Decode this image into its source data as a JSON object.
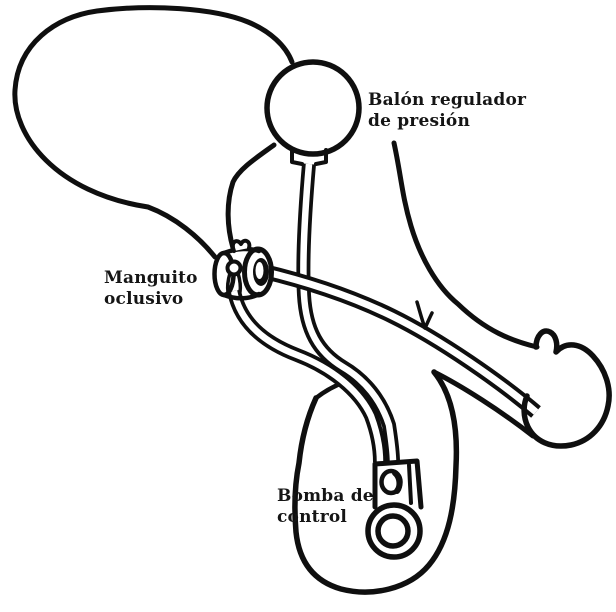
{
  "diagram": {
    "kind": "medical-line-illustration",
    "subject": "artificial-urinary-sphincter-implant",
    "background_color": "#ffffff",
    "line_color": "#0f0f0f",
    "text_color": "#151515",
    "labels": {
      "balloon": {
        "line1": "Balón regulador",
        "line2": "de presión"
      },
      "cuff": {
        "line1": "Manguito",
        "line2": "oclusivo"
      },
      "pump": {
        "line1": "Bomba de",
        "line2": "control"
      }
    },
    "parts": [
      "bladder-outline",
      "pressure-regulating-balloon",
      "balloon-tube",
      "occlusive-cuff",
      "cuff-tube",
      "urethra-tube",
      "penis-outline",
      "glans-outline",
      "scrotum-outline",
      "control-pump",
      "pump-squeeze-ring"
    ]
  }
}
